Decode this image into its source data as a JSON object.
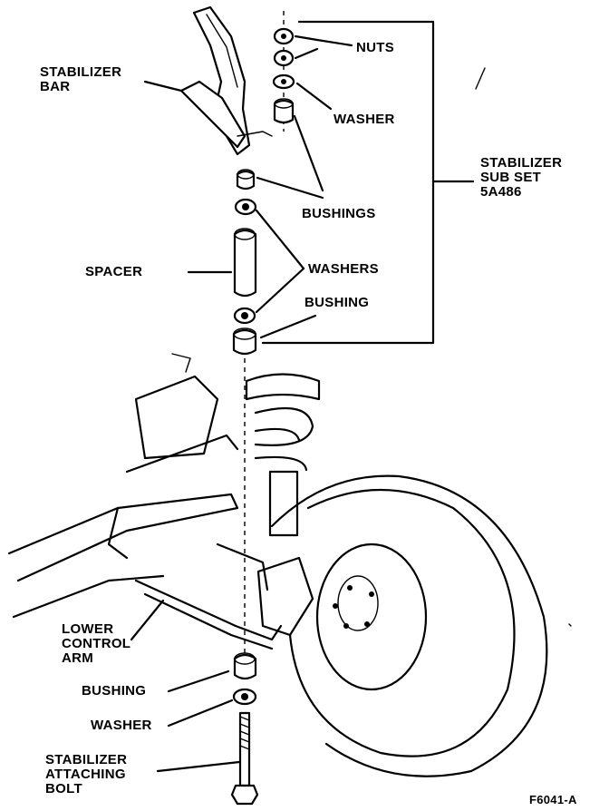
{
  "labels": {
    "stabilizer_bar": [
      "STABILIZER",
      "BAR"
    ],
    "nuts": "NUTS",
    "washer_top": "WASHER",
    "stabilizer_sub_set": [
      "STABILIZER",
      "SUB SET",
      "5A486"
    ],
    "bushings": "BUSHINGS",
    "spacer": "SPACER",
    "washers": "WASHERS",
    "bushing_upper": "BUSHING",
    "lower_control_arm": [
      "LOWER",
      "CONTROL",
      "ARM"
    ],
    "bushing_lower": "BUSHING",
    "washer_lower": "WASHER",
    "attaching_bolt": [
      "STABILIZER",
      "ATTACHING",
      "BOLT"
    ],
    "figure_id": "F6041-A"
  }
}
